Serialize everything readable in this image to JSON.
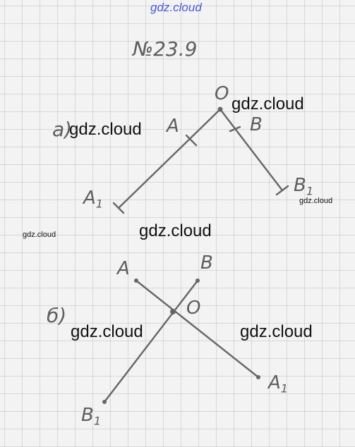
{
  "header": {
    "watermark": "gdz.cloud"
  },
  "problem": {
    "number": "№23.9"
  },
  "part_a": {
    "label": "а)",
    "points": {
      "O": "O",
      "A": "A",
      "B": "B",
      "A1_main": "A",
      "A1_sub": "1",
      "B1_main": "B",
      "B1_sub": "1"
    }
  },
  "part_b": {
    "label": "б)",
    "points": {
      "O": "O",
      "A": "A",
      "B": "B",
      "A1_main": "A",
      "A1_sub": "1",
      "B1_main": "B",
      "B1_sub": "1"
    }
  },
  "watermarks": {
    "near_o": "gdz.cloud",
    "near_a": "gdz.cloud",
    "near_b1": "gdz.cloud",
    "left_small": "gdz.cloud",
    "center": "gdz.cloud",
    "bottom_left": "gdz.cloud",
    "bottom_right": "gdz.cloud"
  },
  "colors": {
    "ink": "#5e5e5e",
    "grid": "#bdbdbd",
    "paper": "#f3f3f3",
    "watermark_blue": "#4a5bd6"
  }
}
